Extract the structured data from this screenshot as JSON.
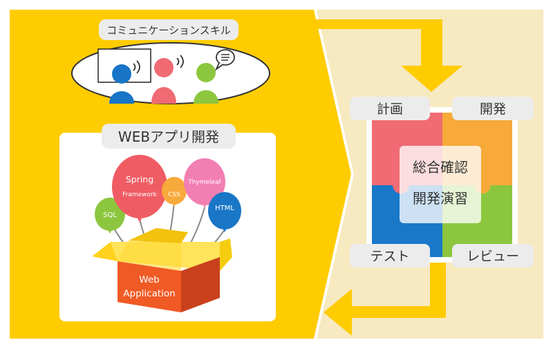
{
  "communication": {
    "label": "コミュニケーションスキル"
  },
  "webapp": {
    "title": "WEBアプリ開発",
    "balloons": {
      "sql": "SQL",
      "spring_line1": "Spring",
      "spring_line2": "Framework",
      "css": "CSS",
      "thymeleaf": "Thymeleaf",
      "html": "HTML"
    },
    "box_line1": "Web",
    "box_line2": "Application"
  },
  "cycle": {
    "plan": "計画",
    "develop": "開発",
    "test": "テスト",
    "review": "レビュー",
    "center_line1": "総合確認",
    "center_line2": "開発演習"
  },
  "colors": {
    "yellow": "#FFCC00",
    "cream": "#F7E9C0",
    "puzzle_red": "#F06B73",
    "puzzle_orange": "#F7A93A",
    "puzzle_blue": "#1978C8",
    "puzzle_green": "#8CC63E"
  }
}
